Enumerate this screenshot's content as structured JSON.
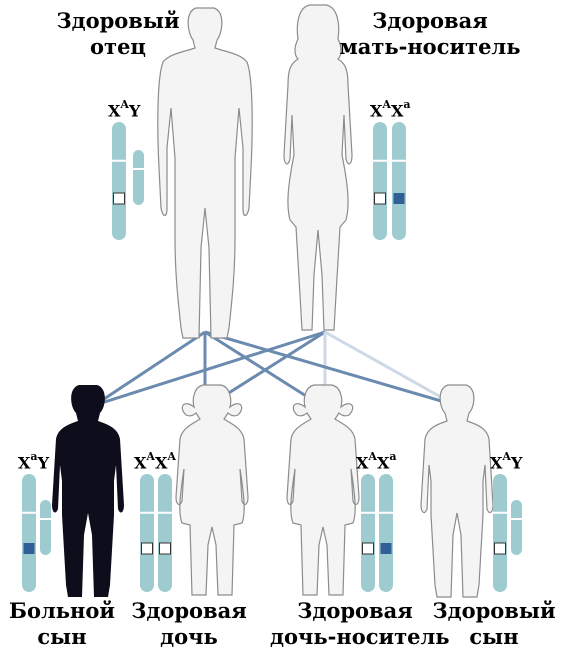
{
  "labels": {
    "father": {
      "line1": "Здоровый",
      "line2": "отец"
    },
    "mother": {
      "line1": "Здоровая",
      "line2": "мать-носитель"
    },
    "sick_son": {
      "line1": "Больной",
      "line2": "сын"
    },
    "healthy_daughter": {
      "line1": "Здоровая",
      "line2": "дочь"
    },
    "carrier_daughter": {
      "line1": "Здоровая",
      "line2": "дочь-носитель"
    },
    "healthy_son": {
      "line1": "Здоровый",
      "line2": "сын"
    }
  },
  "genotypes": {
    "father": {
      "a1": "X",
      "s1": "A",
      "a2": "Y",
      "s2": ""
    },
    "mother": {
      "a1": "X",
      "s1": "A",
      "a2": "X",
      "s2": "a"
    },
    "sick_son": {
      "a1": "X",
      "s1": "a",
      "a2": "Y",
      "s2": ""
    },
    "healthy_daughter": {
      "a1": "X",
      "s1": "A",
      "a2": "X",
      "s2": "A"
    },
    "carrier_daughter": {
      "a1": "X",
      "s1": "A",
      "a2": "X",
      "s2": "a"
    },
    "healthy_son": {
      "a1": "X",
      "s1": "A",
      "a2": "Y",
      "s2": ""
    }
  },
  "colors": {
    "chromosome": "#9ecbd0",
    "mutant_band": "#2f5f96",
    "lines": "#6b8ab0",
    "faint_line": "#cfd9e6",
    "silhouette_light": "#f3f3f3",
    "silhouette_dark": "#0d0d1c"
  }
}
